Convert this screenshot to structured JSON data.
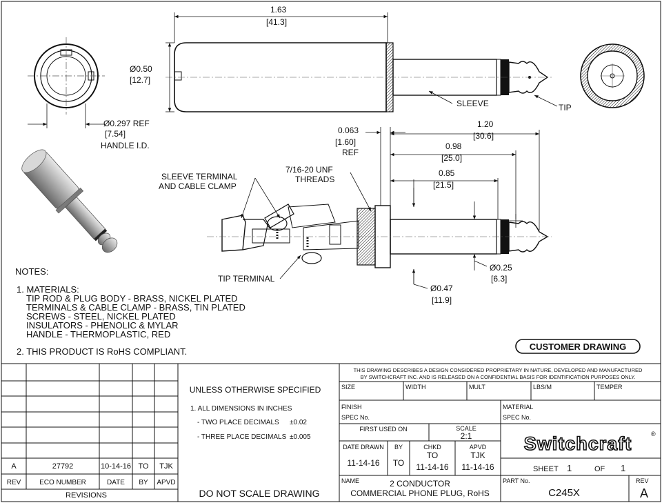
{
  "dims": {
    "length_in": "1.63",
    "length_mm": "[41.3]",
    "dia050_in": "Ø0.50",
    "dia050_mm": "[12.7]",
    "handle_id_in": "Ø0.297 REF",
    "handle_id_mm": "[7.54]",
    "handle_id_label": "HANDLE I.D.",
    "d0063_in": "0.063",
    "d0063_mm": "[1.60]",
    "d0063_ref": "REF",
    "d120_in": "1.20",
    "d120_mm": "[30.6]",
    "d098_in": "0.98",
    "d098_mm": "[25.0]",
    "d085_in": "0.85",
    "d085_mm": "[21.5]",
    "d025_in": "Ø0.25",
    "d025_mm": "[6.3]",
    "d047_in": "Ø0.47",
    "d047_mm": "[11.9]"
  },
  "callouts": {
    "sleeve": "SLEEVE",
    "tip": "TIP",
    "sleeve_terminal_1": "SLEEVE TERMINAL",
    "sleeve_terminal_2": "AND CABLE CLAMP",
    "threads_1": "7/16-20 UNF",
    "threads_2": "THREADS",
    "tip_terminal": "TIP TERMINAL"
  },
  "notes": {
    "heading": "NOTES:",
    "lines": [
      "1. MATERIALS:",
      "TIP ROD & PLUG BODY - BRASS, NICKEL PLATED",
      "TERMINALS & CABLE CLAMP - BRASS, TIN PLATED",
      "SCREWS - STEEL, NICKEL PLATED",
      "INSULATORS - PHENOLIC & MYLAR",
      "HANDLE - THERMOPLASTIC, RED"
    ],
    "rohs": "2. THIS PRODUCT IS RoHS COMPLIANT."
  },
  "customer_drawing": "CUSTOMER DRAWING",
  "revisions": {
    "row": {
      "rev": "A",
      "eco": "27792",
      "date": "10-14-16",
      "by": "TO",
      "apvd": "TJK"
    },
    "headers": {
      "rev": "REV",
      "eco": "ECO NUMBER",
      "date": "DATE",
      "by": "BY",
      "apvd": "APVD"
    },
    "title": "REVISIONS"
  },
  "tolerances": {
    "heading": "UNLESS OTHERWISE SPECIFIED",
    "line1": "1. ALL DIMENSIONS IN INCHES",
    "two_place_label": "- TWO PLACE DECIMALS",
    "two_place_val": "±0.02",
    "three_place_label": "- THREE PLACE DECIMALS",
    "three_place_val": "±0.005",
    "no_scale": "DO NOT SCALE DRAWING"
  },
  "title_block": {
    "proprietary_1": "THIS DRAWING DESCRIBES A DESIGN CONSIDERED PROPRIETARY IN NATURE, DEVELOPED AND MANUFACTURED",
    "proprietary_2": "BY SWITCHCRAFT INC. AND IS RELEASED ON A CONFIDENTIAL BASIS FOR IDENTIFICATION PURPOSES ONLY.",
    "size": "SIZE",
    "width": "WIDTH",
    "mult": "MULT",
    "lbs": "LBS/M",
    "temper": "TEMPER",
    "finish": "FINISH",
    "finish_spec": "SPEC No.",
    "material": "MATERIAL",
    "material_spec": "SPEC No.",
    "first_used": "FIRST USED ON",
    "scale_label": "SCALE",
    "scale_val": "2:1",
    "date_drawn_label": "DATE DRAWN",
    "date_drawn": "11-14-16",
    "by_label": "BY",
    "by": "TO",
    "chkd_label": "CHKD",
    "chkd_by": "TO",
    "chkd_date": "11-14-16",
    "apvd_label": "APVD",
    "apvd_by": "TJK",
    "apvd_date": "11-14-16",
    "logo": "Switchcraft",
    "sheet_label": "SHEET",
    "sheet": "1",
    "of_label": "OF",
    "of": "1",
    "name_label": "NAME",
    "name_1": "2 CONDUCTOR",
    "name_2": "COMMERCIAL PHONE PLUG, RoHS",
    "part_label": "PART No.",
    "part": "C245X",
    "rev_label": "REV",
    "rev": "A"
  }
}
